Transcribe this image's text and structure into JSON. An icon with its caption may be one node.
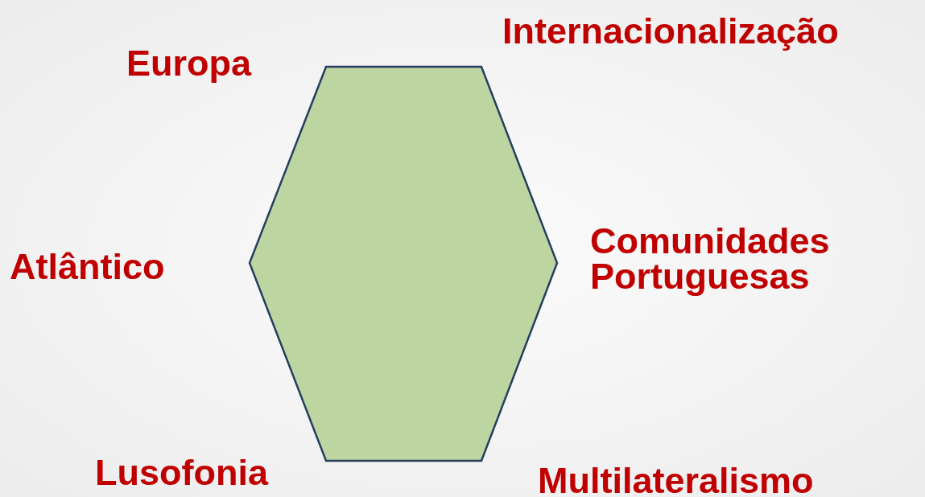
{
  "diagram": {
    "nodes": [
      {
        "text": [],
        "shape": "hexagon"
      }
    ],
    "labels": [
      "Europa",
      "Internacionalização",
      "Atlântico",
      "Comunidades Portuguesas",
      "Lusofonia",
      "Multilateralismo"
    ]
  }
}
